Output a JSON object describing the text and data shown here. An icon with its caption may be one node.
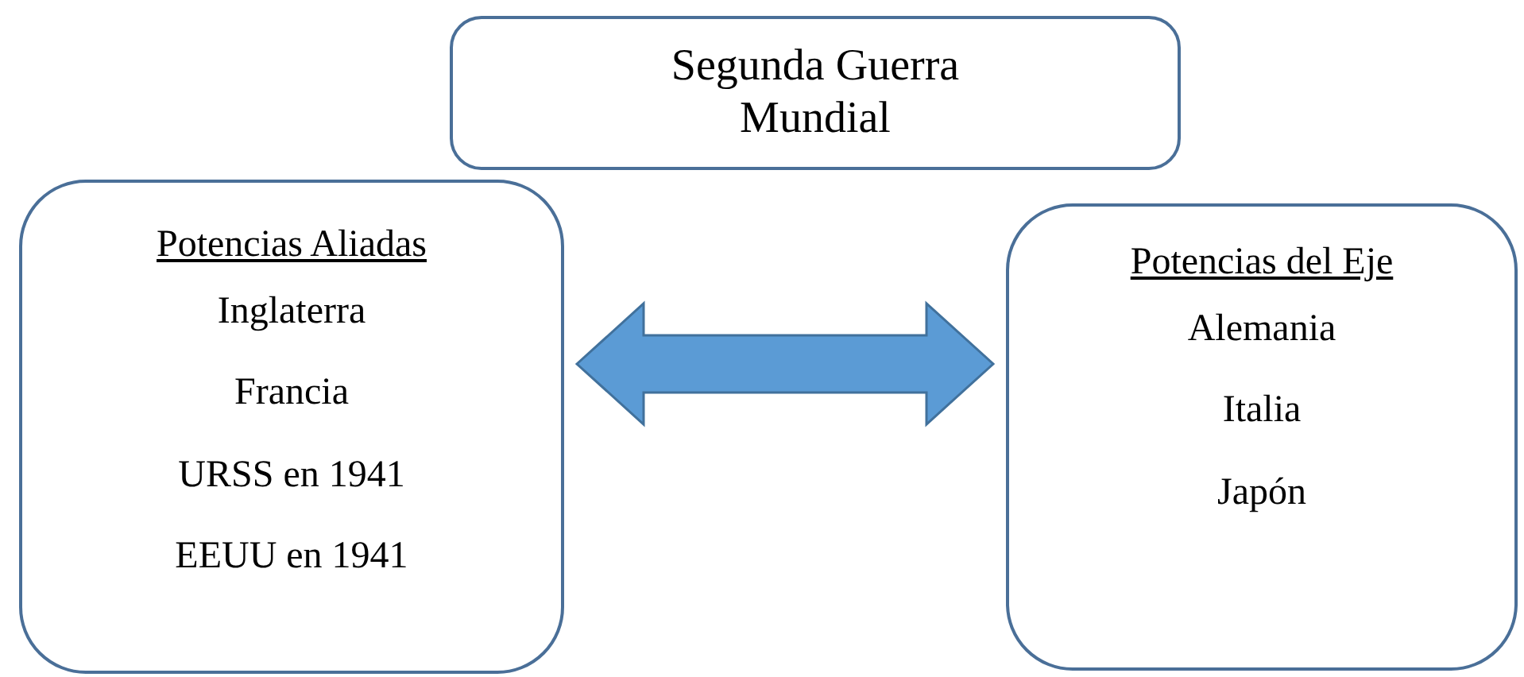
{
  "diagram": {
    "nodes": [
      {
        "text": [
          "Segunda Guerra Mundial"
        ]
      },
      {
        "text": [
          "Potencias Aliadas",
          "Inglaterra",
          "Francia",
          "URSS en 1941",
          "EEUU en 1941"
        ]
      },
      {
        "text": [
          "Potencias del Eje",
          "Alemania",
          "Italia",
          "Japón"
        ]
      }
    ],
    "edges": [
      {
        "from": 1,
        "to": 2,
        "arrow": "both",
        "style": "thick",
        "color": "#5b9bd5"
      }
    ]
  }
}
